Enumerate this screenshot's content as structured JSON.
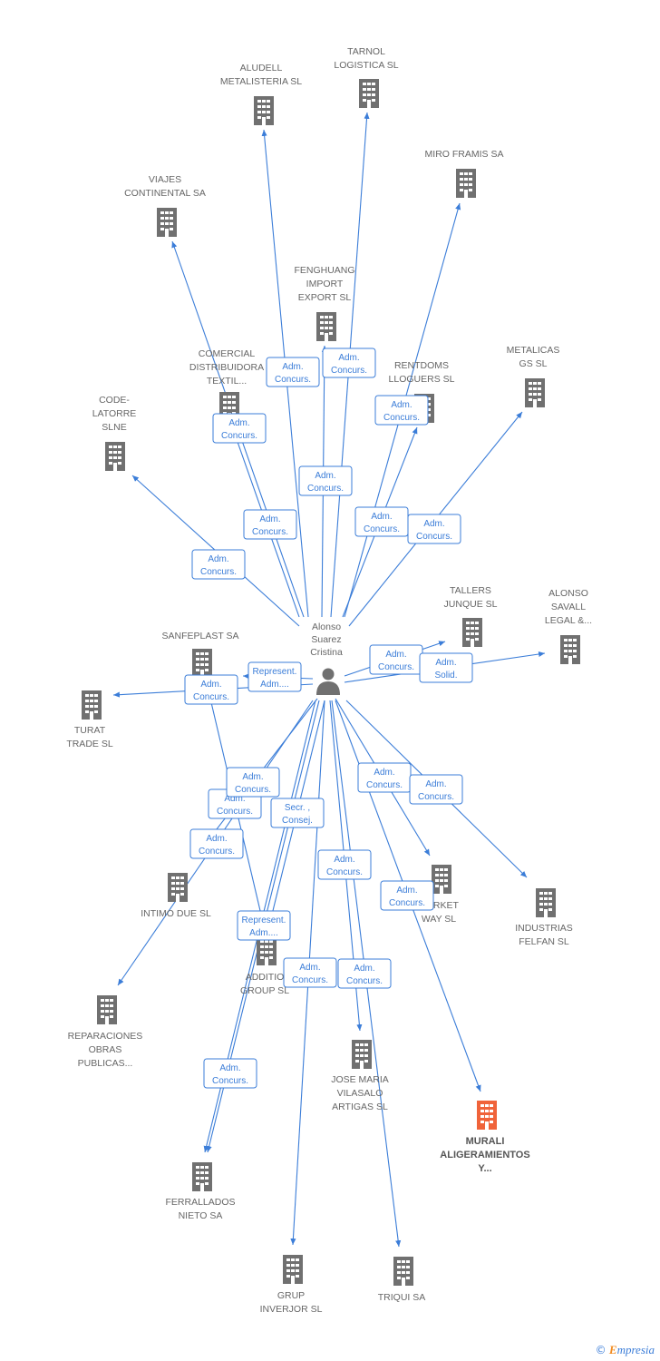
{
  "diagram": {
    "colors": {
      "edge": "#3b7dd8",
      "building": "#707070",
      "building_highlight": "#f0633a",
      "label_text": "#666666",
      "edge_label_border": "#3b7dd8",
      "edge_label_text": "#3b7dd8"
    },
    "center": {
      "id": "person",
      "icon": "person-icon",
      "label": [
        "Alonso",
        "Suarez",
        "Cristina"
      ]
    },
    "nodes": [
      {
        "id": "aludell",
        "label": [
          "ALUDELL",
          "METALISTERIA SL"
        ]
      },
      {
        "id": "tarnol",
        "label": [
          "TARNOL",
          "LOGISTICA SL"
        ]
      },
      {
        "id": "miro",
        "label": [
          "MIRO FRAMIS SA"
        ]
      },
      {
        "id": "viajes",
        "label": [
          "VIAJES",
          "CONTINENTAL SA"
        ]
      },
      {
        "id": "fenghuang",
        "label": [
          "FENGHUANG",
          "IMPORT",
          "EXPORT SL"
        ]
      },
      {
        "id": "comercial",
        "label": [
          "COMERCIAL",
          "DISTRIBUIDORA",
          "TEXTIL..."
        ]
      },
      {
        "id": "rentdoms",
        "label": [
          "RENTDOMS",
          "LLOGUERS SL"
        ]
      },
      {
        "id": "metalicas",
        "label": [
          "METALICAS",
          "GS SL"
        ]
      },
      {
        "id": "code",
        "label": [
          "CODE-",
          "LATORRE",
          "SLNE"
        ]
      },
      {
        "id": "tallers",
        "label": [
          "TALLERS",
          "JUNQUE SL"
        ]
      },
      {
        "id": "alonso_savall",
        "label": [
          "ALONSO",
          "SAVALL",
          "LEGAL &..."
        ]
      },
      {
        "id": "sanfeplast",
        "label": [
          "SANFEPLAST SA"
        ]
      },
      {
        "id": "turat",
        "label": [
          "TURAT",
          "TRADE SL"
        ]
      },
      {
        "id": "market",
        "label": [
          "MARKET",
          "WAY SL"
        ]
      },
      {
        "id": "industrias",
        "label": [
          "INDUSTRIAS",
          "FELFAN SL"
        ]
      },
      {
        "id": "intimo",
        "label": [
          "INTIMO DUE SL"
        ]
      },
      {
        "id": "additio",
        "label": [
          "ADDITIO",
          "GROUP SL"
        ]
      },
      {
        "id": "reparaciones",
        "label": [
          "REPARACIONES",
          "OBRAS",
          "PUBLICAS..."
        ]
      },
      {
        "id": "jose",
        "label": [
          "JOSE MARIA",
          "VILASALO",
          "ARTIGAS SL"
        ]
      },
      {
        "id": "murali",
        "label": [
          "MURALI",
          "ALIGERAMIENTOS",
          "Y..."
        ],
        "highlight": true
      },
      {
        "id": "ferrallados",
        "label": [
          "FERRALLADOS",
          "NIETO SA"
        ]
      },
      {
        "id": "grup",
        "label": [
          "GRUP",
          "INVERJOR SL"
        ]
      },
      {
        "id": "triqui",
        "label": [
          "TRIQUI SA"
        ]
      }
    ],
    "edges": [
      {
        "to": "aludell",
        "label": [
          "Adm.",
          "Concurs."
        ]
      },
      {
        "to": "tarnol",
        "label": [
          "Adm.",
          "Concurs."
        ]
      },
      {
        "to": "miro",
        "label": [
          "Adm.",
          "Concurs."
        ]
      },
      {
        "to": "viajes",
        "label": [
          "Adm.",
          "Concurs."
        ]
      },
      {
        "to": "fenghuang",
        "label": [
          "Adm.",
          "Concurs."
        ]
      },
      {
        "to": "comercial",
        "label": [
          "Adm.",
          "Concurs."
        ]
      },
      {
        "to": "rentdoms",
        "label": [
          "Adm.",
          "Concurs."
        ]
      },
      {
        "to": "metalicas",
        "label": [
          "Adm.",
          "Concurs."
        ]
      },
      {
        "to": "code",
        "label": [
          "Adm.",
          "Concurs."
        ]
      },
      {
        "to": "tallers",
        "label": [
          "Adm.",
          "Concurs."
        ]
      },
      {
        "to": "alonso_savall",
        "label": [
          "Adm.",
          "Solid."
        ]
      },
      {
        "to": "sanfeplast",
        "label": [
          "Represent.",
          "Adm...."
        ]
      },
      {
        "to": "turat",
        "label": [
          "Adm.",
          "Concurs."
        ]
      },
      {
        "to": "market",
        "label": [
          "Adm.",
          "Concurs."
        ]
      },
      {
        "to": "industrias",
        "label": [
          "Adm.",
          "Concurs."
        ]
      },
      {
        "to": "intimo",
        "label": [
          "Adm.",
          "Concurs."
        ]
      },
      {
        "to": "additio",
        "label": [
          "Secr. ,",
          "Consej."
        ]
      },
      {
        "to": "reparaciones",
        "label": [
          "Adm.",
          "Concurs."
        ]
      },
      {
        "to": "jose",
        "label": [
          "Adm.",
          "Concurs."
        ]
      },
      {
        "to": "murali",
        "label": [
          "Adm.",
          "Concurs."
        ]
      },
      {
        "to": "ferrallados",
        "label": [
          "Adm.",
          "Concurs."
        ]
      },
      {
        "to": "ferrallados",
        "label": [
          "Adm.",
          "Concurs."
        ]
      },
      {
        "to": "grup",
        "label": [
          "Adm.",
          "Concurs."
        ]
      },
      {
        "to": "triqui",
        "label": [
          "Adm.",
          "Concurs."
        ]
      },
      {
        "to": "ferrallados",
        "label": [
          "Represent.",
          "Adm...."
        ]
      }
    ]
  },
  "footer": {
    "copyright_symbol": "©",
    "brand_initial": "E",
    "brand_rest": "mpresia"
  }
}
